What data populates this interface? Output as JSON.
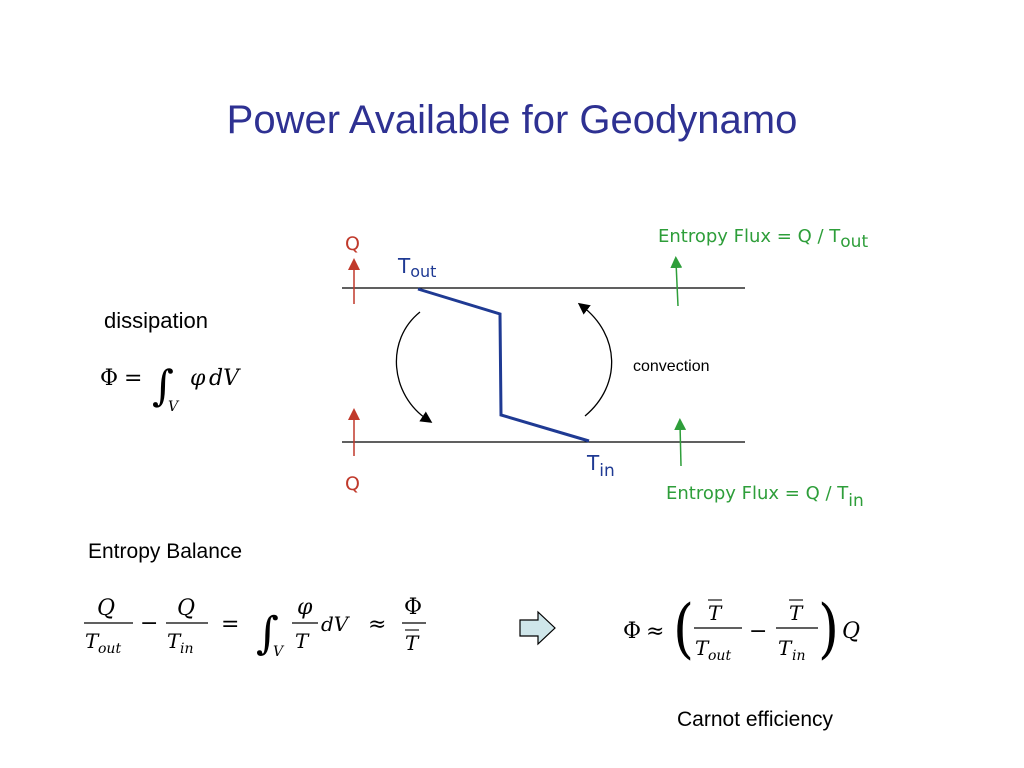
{
  "title": "Power Available for Geodynamo",
  "labels": {
    "dissipation": "dissipation",
    "convection": "convection",
    "entropy_balance": "Entropy Balance",
    "carnot": "Carnot efficiency",
    "q_top": "Q",
    "q_bottom": "Q",
    "t_out_base": "T",
    "t_out_sub": "out",
    "t_in_base": "T",
    "t_in_sub": "in",
    "flux_top_base": "Entropy Flux  =  Q / T",
    "flux_top_sub": "out",
    "flux_bottom_base": "Entropy Flux  =  Q / T",
    "flux_bottom_sub": "in"
  },
  "equations": {
    "dissipation": "Φ = ∫_V φ dV",
    "entropy_balance": "Q/T_out − Q/T_in = ∫_V (φ/T) dV ≈ Φ/T̄",
    "carnot": "Φ ≈ (T̄/T_out − T̄/T_in) Q"
  },
  "colors": {
    "title": "#2e3192",
    "heat_flow": "#c0392b",
    "temperature_profile": "#1f3a93",
    "entropy_flux": "#2e9e3a",
    "arrow_fill": "#cfe6ea"
  },
  "icons": {
    "implies": "right-arrow-icon"
  }
}
